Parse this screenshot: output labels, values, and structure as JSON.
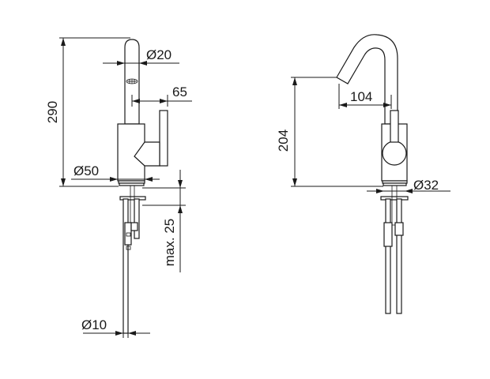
{
  "dimensions": {
    "side_height": "290",
    "spout_diameter": "Ø20",
    "lever_length": "65",
    "base_diameter": "Ø50",
    "max_counter_thickness": "max. 25",
    "hose_diameter": "Ø10",
    "spout_height": "204",
    "spout_reach": "104",
    "mounting_hole": "Ø32"
  }
}
